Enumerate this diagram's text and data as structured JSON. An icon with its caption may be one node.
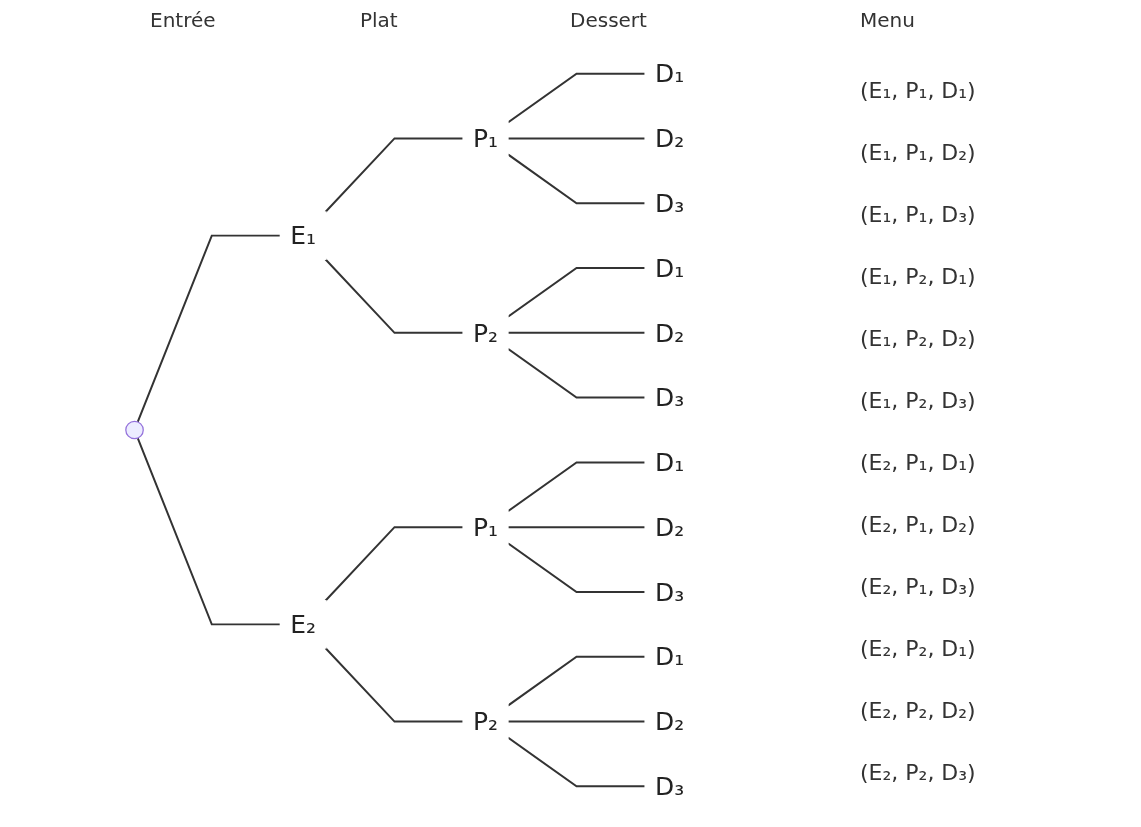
{
  "diagram": {
    "nodes": [
      {
        "text": [],
        "shape": "circle"
      },
      {
        "text": [
          "E₁"
        ]
      },
      {
        "text": [
          "P₁"
        ]
      },
      {
        "text": [
          "D₁"
        ]
      },
      {
        "text": [
          "D₂"
        ]
      },
      {
        "text": [
          "D₃"
        ]
      },
      {
        "text": [
          "P₂"
        ]
      },
      {
        "text": [
          "D₁"
        ]
      },
      {
        "text": [
          "D₂"
        ]
      },
      {
        "text": [
          "D₃"
        ]
      },
      {
        "text": [
          "E₂"
        ]
      },
      {
        "text": [
          "P₁"
        ]
      },
      {
        "text": [
          "D₁"
        ]
      },
      {
        "text": [
          "D₂"
        ]
      },
      {
        "text": [
          "D₃"
        ]
      },
      {
        "text": [
          "P₂"
        ]
      },
      {
        "text": [
          "D₁"
        ]
      },
      {
        "text": [
          "D₂"
        ]
      },
      {
        "text": [
          "D₃"
        ]
      }
    ],
    "edges": [
      {
        "from": 0,
        "to": 1,
        "arrow": "none"
      },
      {
        "from": 1,
        "to": 2,
        "arrow": "none"
      },
      {
        "from": 2,
        "to": 3,
        "arrow": "none"
      },
      {
        "from": 2,
        "to": 4,
        "arrow": "none"
      },
      {
        "from": 2,
        "to": 5,
        "arrow": "none"
      },
      {
        "from": 1,
        "to": 6,
        "arrow": "none"
      },
      {
        "from": 6,
        "to": 7,
        "arrow": "none"
      },
      {
        "from": 6,
        "to": 8,
        "arrow": "none"
      },
      {
        "from": 6,
        "to": 9,
        "arrow": "none"
      },
      {
        "from": 0,
        "to": 10,
        "arrow": "none"
      },
      {
        "from": 10,
        "to": 11,
        "arrow": "none"
      },
      {
        "from": 11,
        "to": 12,
        "arrow": "none"
      },
      {
        "from": 11,
        "to": 13,
        "arrow": "none"
      },
      {
        "from": 11,
        "to": 14,
        "arrow": "none"
      },
      {
        "from": 10,
        "to": 15,
        "arrow": "none"
      },
      {
        "from": 15,
        "to": 16,
        "arrow": "none"
      },
      {
        "from": 15,
        "to": 17,
        "arrow": "none"
      },
      {
        "from": 15,
        "to": 18,
        "arrow": "none"
      }
    ],
    "labels": [
      "Entrée",
      "Plat",
      "Dessert",
      "Menu",
      "(E₁, P₁, D₁)",
      "(E₁, P₁, D₂)",
      "(E₁, P₁, D₃)",
      "(E₁, P₂, D₁)",
      "(E₁, P₂, D₂)",
      "(E₁, P₂, D₃)",
      "(E₂, P₁, D₁)",
      "(E₂, P₁, D₂)",
      "(E₂, P₁, D₃)",
      "(E₂, P₂, D₁)",
      "(E₂, P₂, D₂)",
      "(E₂, P₂, D₃)"
    ]
  }
}
